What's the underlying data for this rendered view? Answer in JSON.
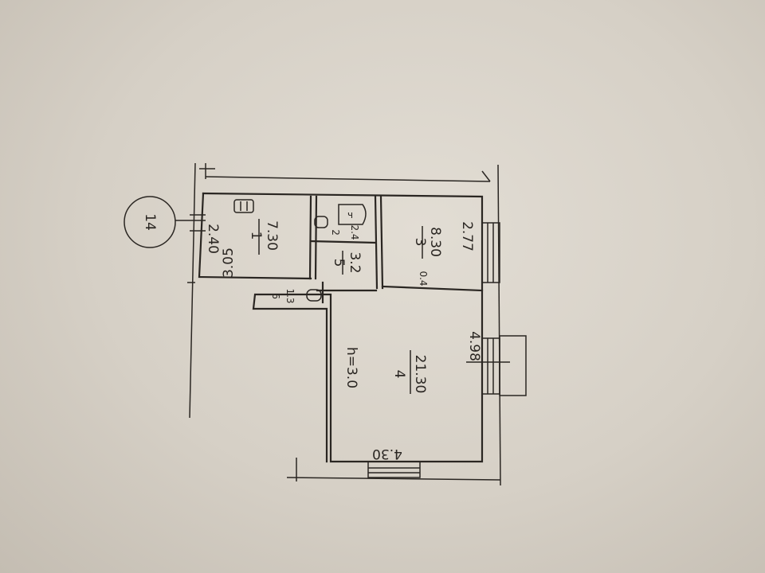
{
  "plan": {
    "apartment_number": "14",
    "rooms": [
      {
        "number": "1",
        "area": "7.30",
        "dims": [
          "2.40",
          "3.05"
        ]
      },
      {
        "number": "2",
        "area": "2.4"
      },
      {
        "number": "3",
        "area": "8.30",
        "dims": [
          "2.77",
          "0.4"
        ]
      },
      {
        "number": "4",
        "area": "21.30",
        "dims": [
          "4.98",
          "4.30"
        ]
      },
      {
        "number": "5",
        "area": "3.2"
      },
      {
        "number": "6",
        "area": "1.3"
      }
    ],
    "ceiling_height": "h=3.0",
    "stove_icon": "stove-icon",
    "bathtub_icon": "bathtub-icon",
    "toilet_icon": "toilet-icon"
  }
}
